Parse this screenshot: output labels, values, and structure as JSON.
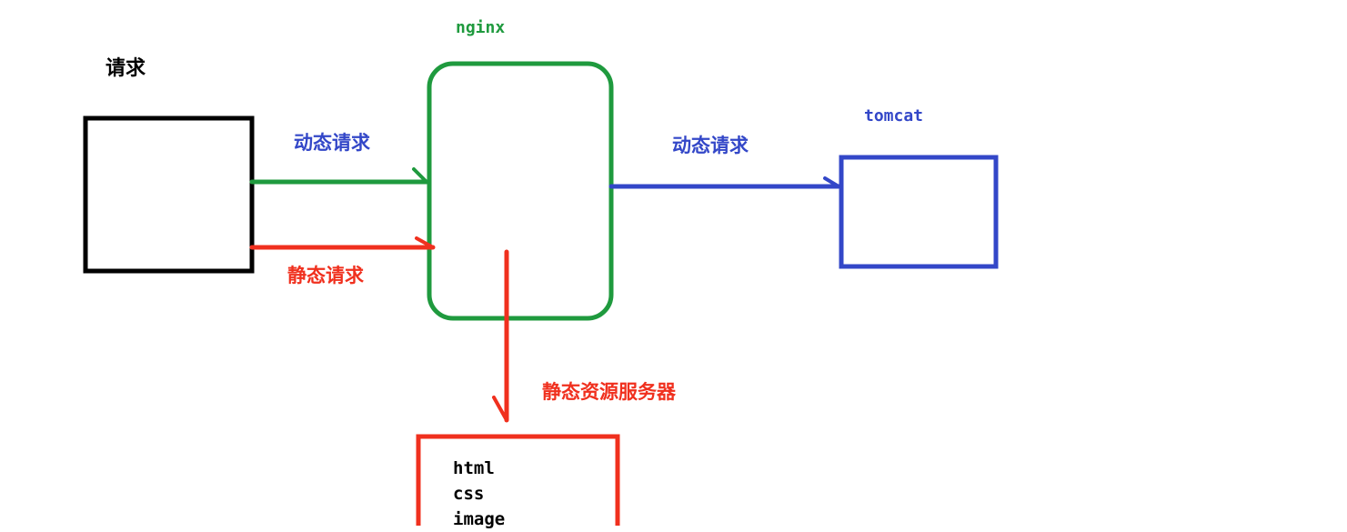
{
  "colors": {
    "client": "#000000",
    "nginx": "#1f9a3e",
    "tomcat": "#3347c8",
    "static": "#f0301e",
    "text_dark": "#000000"
  },
  "client": {
    "label": "请求"
  },
  "nginx": {
    "label": "nginx"
  },
  "tomcat": {
    "label": "tomcat"
  },
  "edges": {
    "client_to_nginx_dynamic": "动态请求",
    "nginx_to_tomcat_dynamic": "动态请求",
    "client_to_nginx_static": "静态请求",
    "nginx_to_static_server": "静态资源服务器"
  },
  "static_server": {
    "files": [
      "html",
      "css",
      "image"
    ]
  }
}
